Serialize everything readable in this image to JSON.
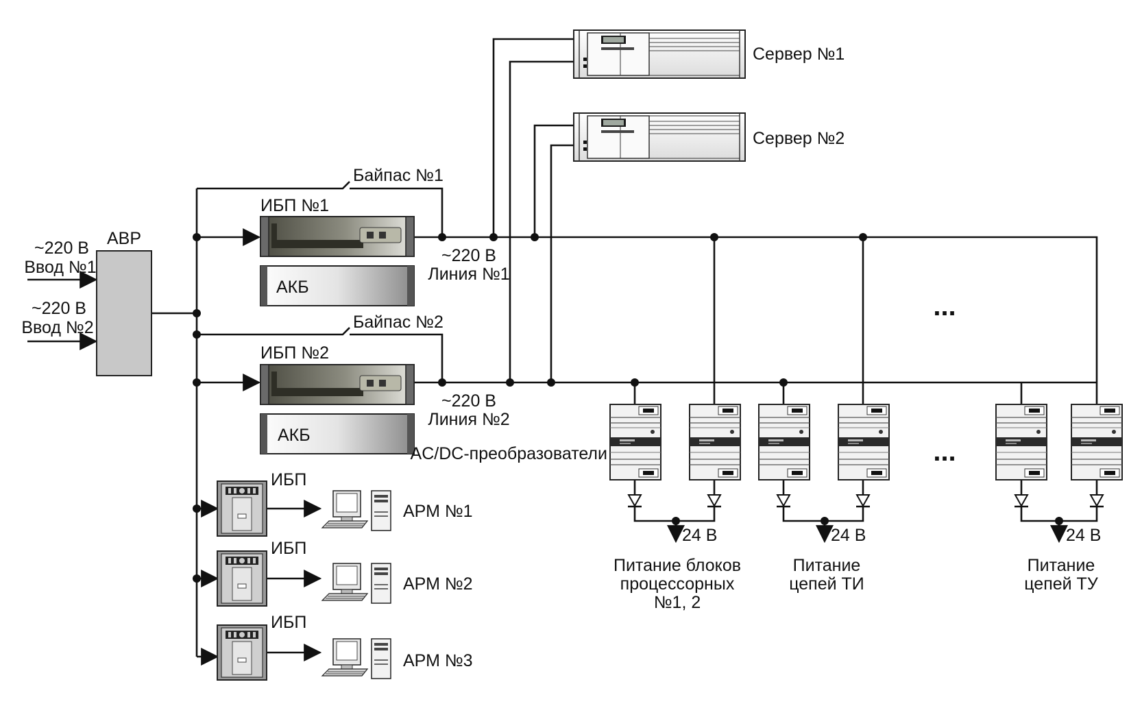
{
  "inputs": {
    "input1_voltage": "~220 В",
    "input1_label": "Ввод №1",
    "input2_voltage": "~220 В",
    "input2_label": "Ввод №2"
  },
  "avr": {
    "label": "АВР"
  },
  "ups_main": [
    {
      "label": "ИБП №1",
      "battery": "АКБ",
      "bypass": "Байпас №1",
      "line_voltage": "~220 В",
      "line_label": "Линия №1"
    },
    {
      "label": "ИБП №2",
      "battery": "АКБ",
      "bypass": "Байпас №2",
      "line_voltage": "~220 В",
      "line_label": "Линия №2"
    }
  ],
  "servers": [
    {
      "label": "Сервер №1"
    },
    {
      "label": "Сервер №2"
    }
  ],
  "workstations": [
    {
      "ups_label": "ИБП",
      "label": "АРМ №1"
    },
    {
      "ups_label": "ИБП",
      "label": "АРМ №2"
    },
    {
      "ups_label": "ИБП",
      "label": "АРМ №3"
    }
  ],
  "converters": {
    "label": "AC/DC-преобразователи",
    "ellipsis": "...",
    "groups": [
      {
        "voltage": "24 В",
        "desc_line1": "Питание блоков",
        "desc_line2": "процессорных",
        "desc_line3": "№1, 2"
      },
      {
        "voltage": "24 В",
        "desc_line1": "Питание",
        "desc_line2": "цепей ТИ"
      },
      {
        "voltage": "24 В",
        "desc_line1": "Питание",
        "desc_line2": "цепей ТУ"
      }
    ]
  },
  "ellipsis_top": "..."
}
